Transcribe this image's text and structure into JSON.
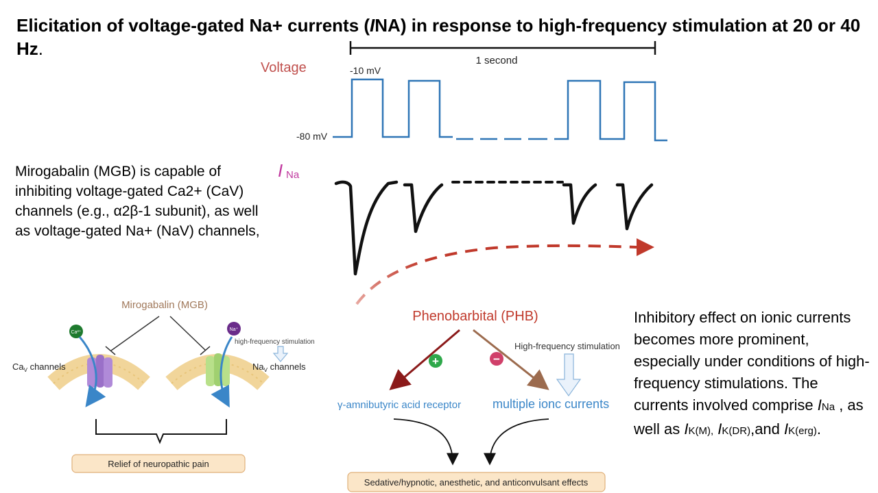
{
  "title": {
    "text_before": "Elicitation of voltage-gated Na+ currents (",
    "italic_letter": "I",
    "text_inside": "NA) in response to high-frequency stimulation at 20 or 40 Hz",
    "trailing": "."
  },
  "left_paragraph": " Mirogabalin (MGB) is capable of inhibiting voltage-gated Ca2+ (CaV) channels (e.g., α2β-1 subunit), as well as voltage-gated Na+ (NaV) channels,",
  "right_paragraph": {
    "intro": "Inhibitory effect on ionic currents becomes more prominent, especially under conditions of high-frequency stimulations.  The currents involved comprise ",
    "i_letter": "I",
    "na_sub": "Na",
    "mid": " , as well as ",
    "k_m_sub": "K(M),",
    "k_dr_sub": "K(DR)",
    "and_text": ",and ",
    "k_erg_sub": "K(erg)",
    "end": "."
  },
  "trace_panel": {
    "voltage_label": "Voltage",
    "scale_label": "1 second",
    "v_high_label": "-10 mV",
    "v_low_label": "-80 mV",
    "ina_letter": "I",
    "ina_sub": "Na"
  },
  "mgb_panel": {
    "drug_label": "Mirogabalin (MGB)",
    "ca_badge": "Ca²⁺",
    "na_badge": "Na⁺",
    "hfs_label": "high-frequency stimulation",
    "cav_label_main": "Ca",
    "cav_label_sub": "V",
    "cav_label_rest": " channels",
    "nav_label_main": "Na",
    "nav_label_sub": "V",
    "nav_label_rest": " channels",
    "outcome": "Relief of neuropathic pain"
  },
  "phb_panel": {
    "drug_label": "Phenobarbital (PHB)",
    "plus_sign": "+",
    "minus_sign": "−",
    "hfs_label": "High-frequency stimulation",
    "gaba_label": "γ-amnibutyric acid receptor",
    "ionic_label": "multiple ionc currents",
    "outcome": "Sedative/hypnotic, anesthetic, and anticonvulsant effects"
  },
  "colors": {
    "voltage_trace": "#2E75B6",
    "voltage_label": "#C0504D",
    "ina_label": "#C0389E",
    "arrow_red": "#C0392B",
    "phb_label": "#C0392B",
    "phb_red_arrow": "#8B1A1A",
    "phb_brown_arrow": "#9C6B4E",
    "mgb_label": "#A0785A",
    "receptor_blue": "#3A86C8",
    "outcome_fill": "#FBE6C8",
    "outcome_border": "#E0B07A",
    "plus_green": "#2EA84A",
    "minus_pink": "#D0406A"
  }
}
